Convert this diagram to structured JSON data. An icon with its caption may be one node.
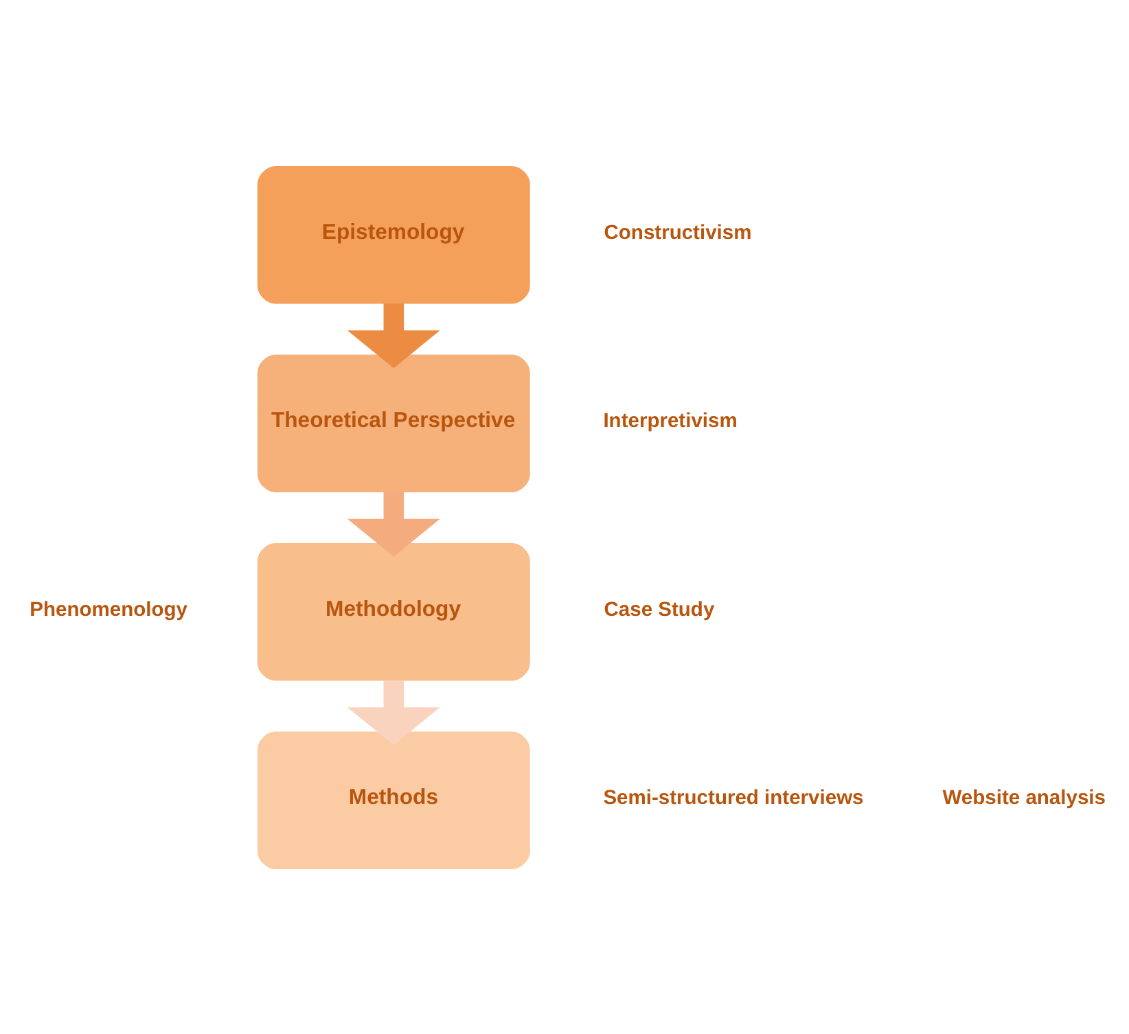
{
  "diagram": {
    "nodes": [
      {
        "text": [
          "Epistemology"
        ]
      },
      {
        "text": [
          "Theoretical Perspective"
        ]
      },
      {
        "text": [
          "Methodology"
        ]
      },
      {
        "text": [
          "Methods"
        ]
      }
    ],
    "edges": [
      {
        "from": 0,
        "to": 1,
        "arrow": "to",
        "color": "#ec8c42"
      },
      {
        "from": 1,
        "to": 2,
        "arrow": "to",
        "color": "#f4ac7e"
      },
      {
        "from": 2,
        "to": 3,
        "arrow": "to",
        "color": "#fad3bf"
      }
    ],
    "labels": [
      "Constructivism",
      "Interpretivism",
      "Phenomenology",
      "Case Study",
      "Semi-structured interviews",
      "Website analysis"
    ]
  }
}
